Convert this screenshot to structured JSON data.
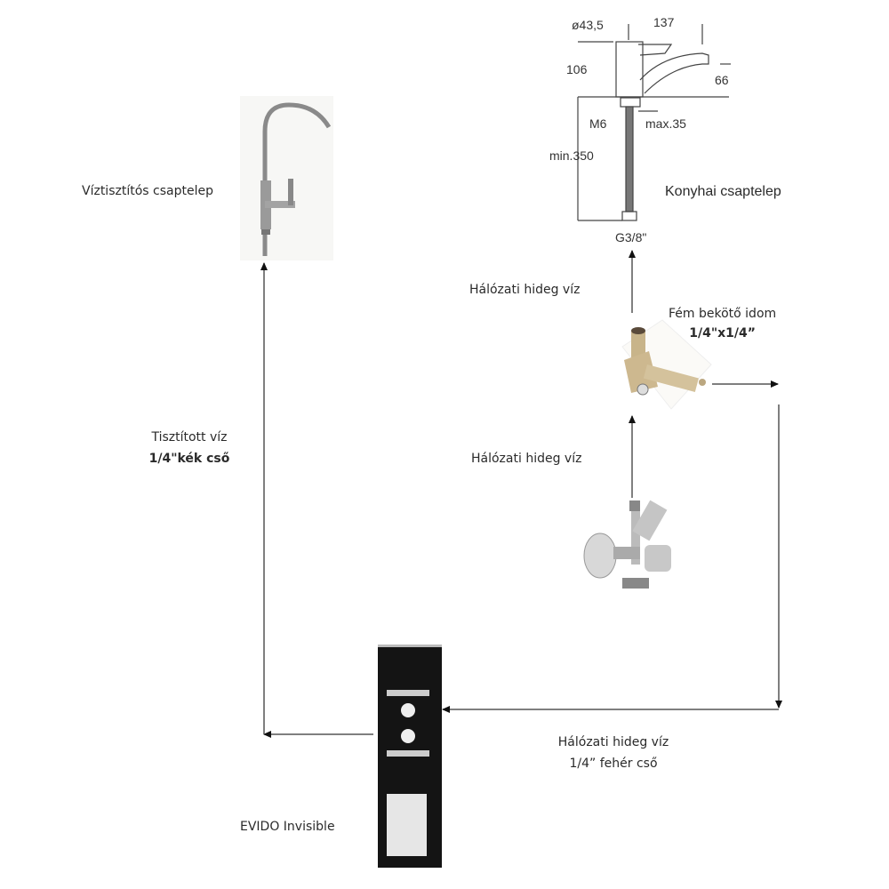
{
  "diagram": {
    "nodes": {
      "purifier_faucet": {
        "label": "Víztisztítós csaptelep"
      },
      "kitchen_faucet": {
        "label": "Konyhai csaptelep",
        "dimensions": {
          "diameter": "ø43,5",
          "width": "137",
          "height": "106",
          "spout_height": "66",
          "bolt": "M6",
          "max_thickness": "max.35",
          "hose_length": "min.350",
          "thread": "G3/8\""
        }
      },
      "metal_fitting": {
        "label": "Fém bekötő idom",
        "size": "1/4\"x1/4”"
      },
      "angle_valve": {
        "label": ""
      },
      "evido_unit": {
        "label": "EVIDO Invisible"
      }
    },
    "edges": {
      "valve_to_fitting": {
        "label": "Hálózati hideg víz"
      },
      "fitting_to_kitchen": {
        "label": "Hálózati hideg víz"
      },
      "fitting_to_evido": {
        "label_line1": "Hálózati hideg víz",
        "label_line2": "1/4” fehér cső"
      },
      "evido_to_purifier": {
        "label_line1": "Tisztított víz",
        "label_line2": "1/4\"kék cső"
      }
    }
  }
}
